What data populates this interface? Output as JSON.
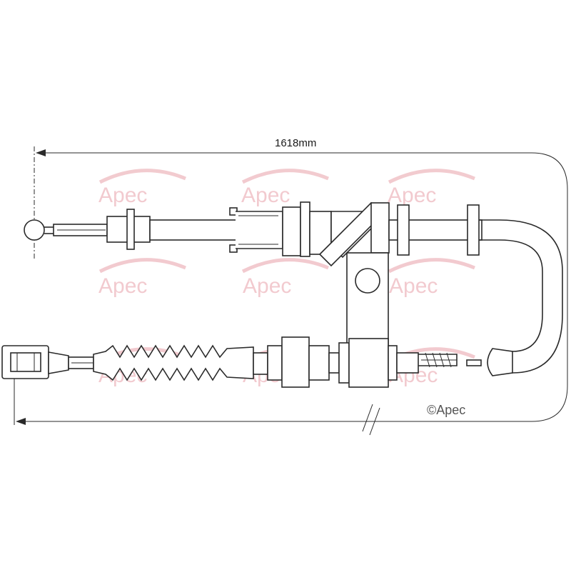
{
  "dimension": {
    "length_label": "1618mm"
  },
  "watermark": {
    "text": "Apec",
    "color": "#e8a0a8"
  },
  "copyright": {
    "text": "©Apec"
  },
  "colors": {
    "line": "#2a2a2a",
    "watermark": "#e8a0a8"
  }
}
